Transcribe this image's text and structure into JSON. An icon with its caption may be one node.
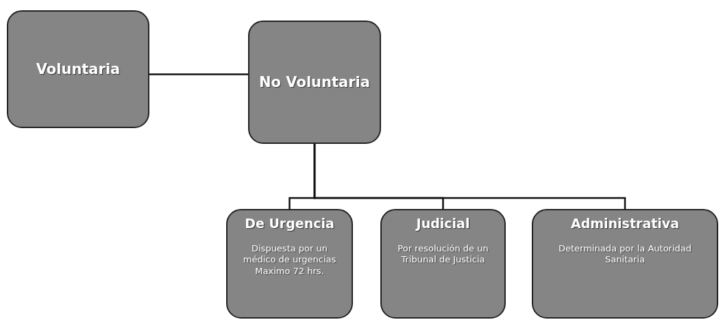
{
  "diagram": {
    "nodes": [
      {
        "text": [
          "Voluntaria"
        ]
      },
      {
        "text": [
          "No Voluntaria"
        ]
      },
      {
        "text": [
          "De Urgencia",
          "Dispuesta por un médico de urgencias Maximo 72 hrs."
        ]
      },
      {
        "text": [
          "Judicial",
          "Por resolución de un Tribunal de Justicia"
        ]
      },
      {
        "text": [
          "Administrativa",
          "Determinada por la Autoridad Sanitaria"
        ]
      }
    ],
    "edges": [
      {
        "from": 0,
        "to": 1,
        "arrow": "none"
      },
      {
        "from": 1,
        "to": 2,
        "arrow": "none"
      },
      {
        "from": 1,
        "to": 3,
        "arrow": "none"
      },
      {
        "from": 1,
        "to": 4,
        "arrow": "none"
      }
    ]
  }
}
